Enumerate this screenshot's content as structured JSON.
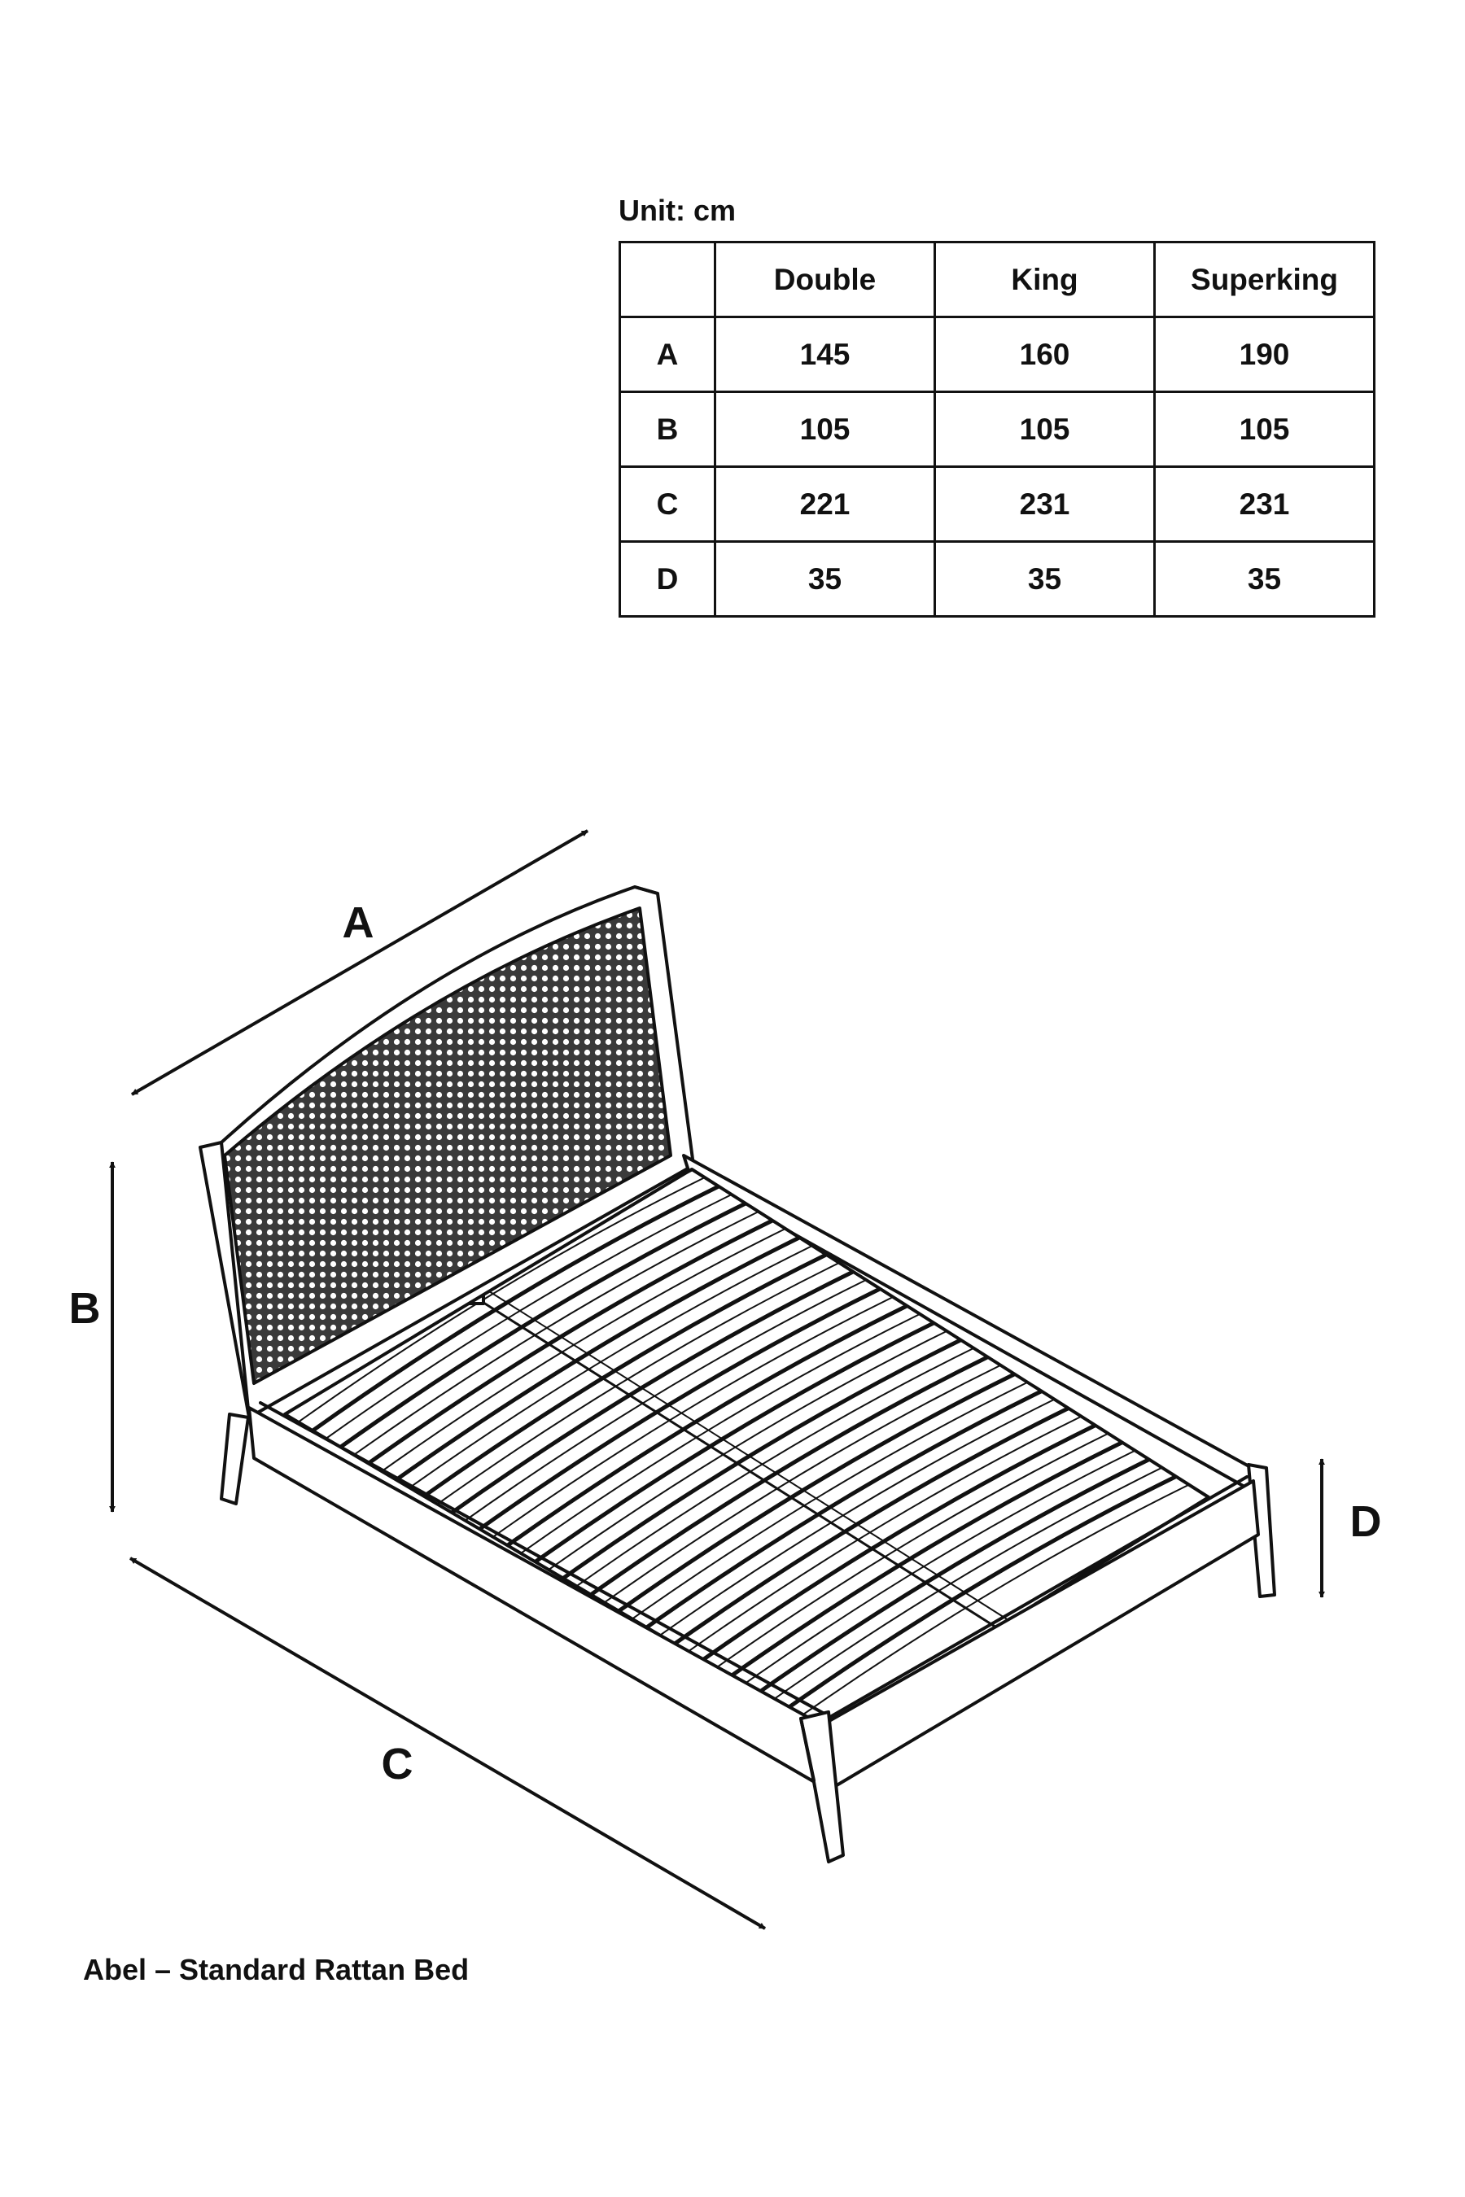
{
  "unit_label": "Unit: cm",
  "table": {
    "columns": [
      "Double",
      "King",
      "Superking"
    ],
    "rows": [
      {
        "label": "A",
        "values": [
          "145",
          "160",
          "190"
        ]
      },
      {
        "label": "B",
        "values": [
          "105",
          "105",
          "105"
        ]
      },
      {
        "label": "C",
        "values": [
          "221",
          "231",
          "231"
        ]
      },
      {
        "label": "D",
        "values": [
          "35",
          "35",
          "35"
        ]
      }
    ]
  },
  "dimension_labels": {
    "a": "A",
    "b": "B",
    "c": "C",
    "d": "D"
  },
  "caption": "Abel – Standard Rattan Bed"
}
